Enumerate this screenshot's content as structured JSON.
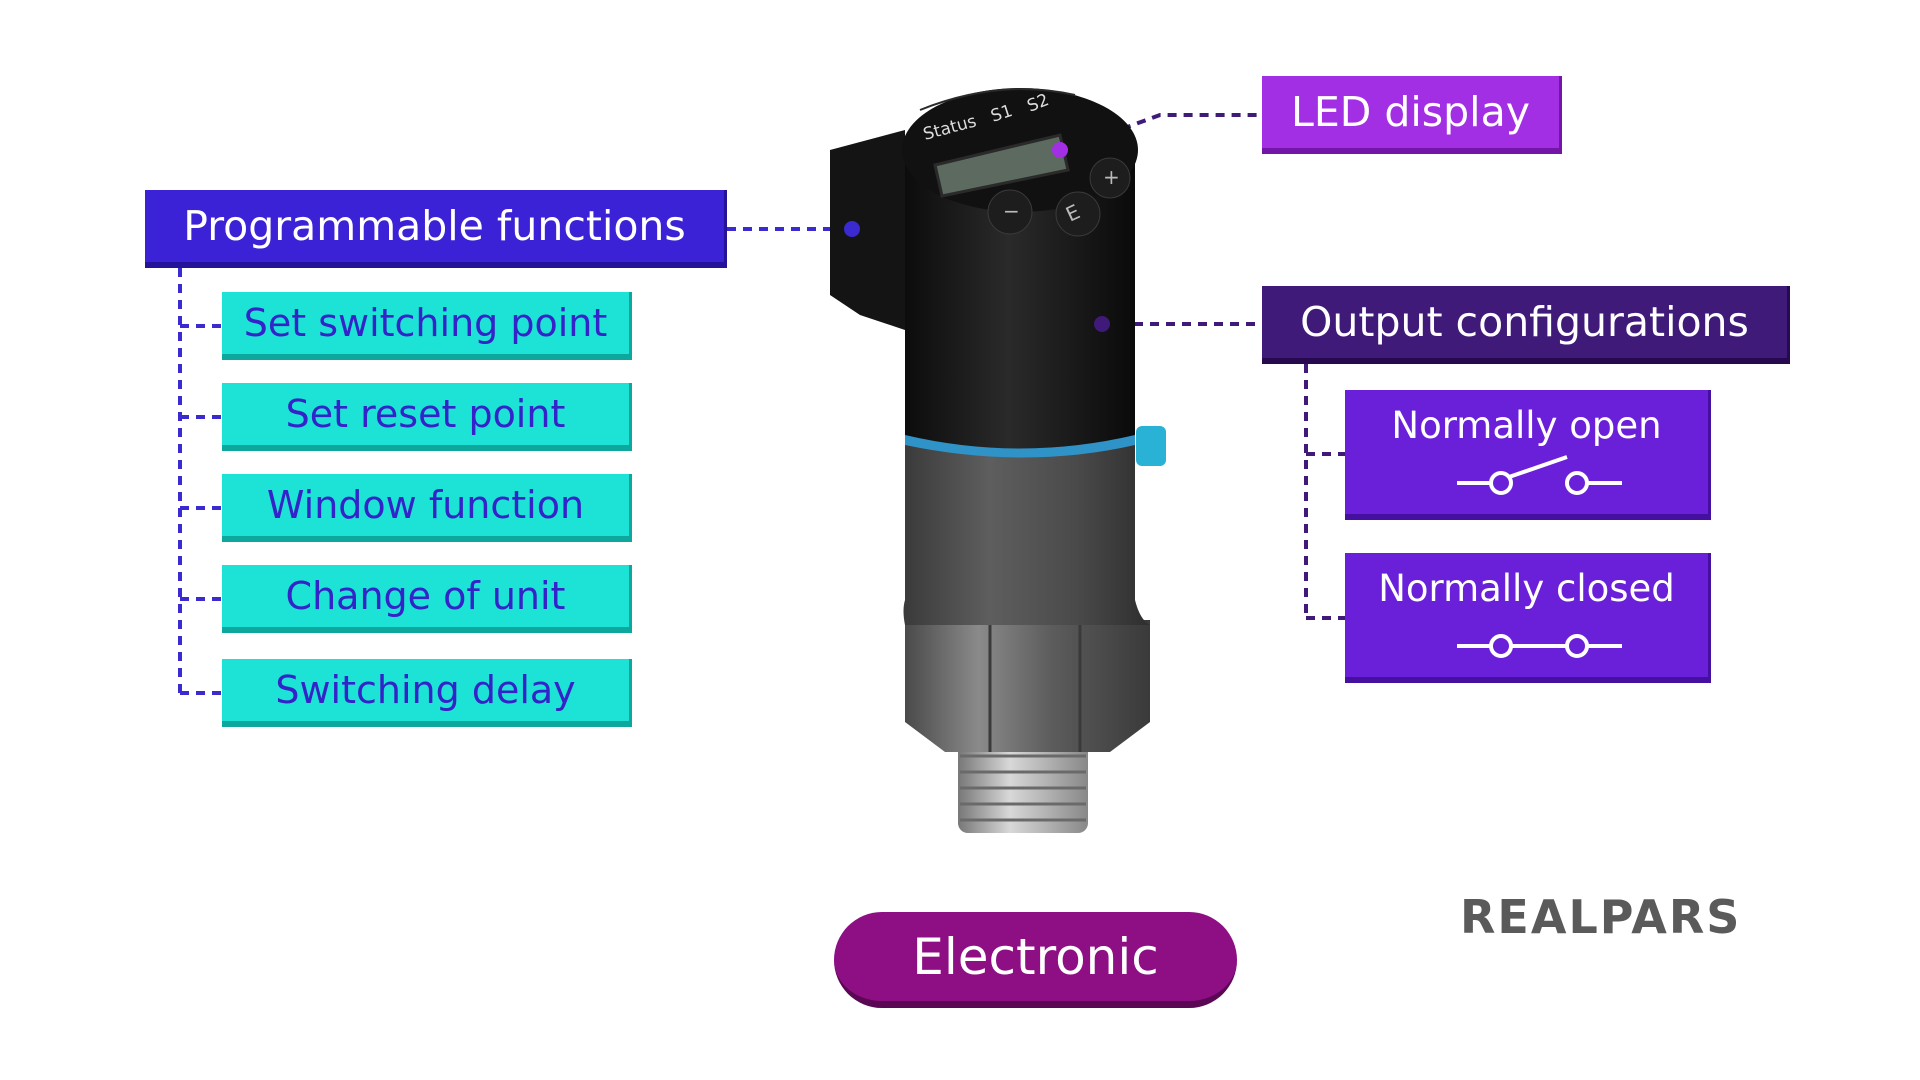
{
  "programmable": {
    "title": "Programmable functions",
    "items": [
      {
        "label": "Set switching point"
      },
      {
        "label": "Set reset point"
      },
      {
        "label": "Window function"
      },
      {
        "label": "Change of unit"
      },
      {
        "label": "Switching delay"
      }
    ]
  },
  "led_display": {
    "label": "LED display"
  },
  "output": {
    "title": "Output configurations",
    "normally_open": "Normally open",
    "normally_closed": "Normally closed"
  },
  "sensor": {
    "face_labels": {
      "status": "Status",
      "s1": "S1",
      "s2": "S2",
      "minus": "−",
      "e": "E",
      "plus": "+"
    }
  },
  "type_label": "Electronic",
  "brand": "REALPARS",
  "colors": {
    "programmable": "#3b22d6",
    "function_items": "#1ce3d6",
    "function_text": "#3323c8",
    "led_display": "#a22fe4",
    "output_configurations": "#3f1a78",
    "contact_boxes": "#6a20d8",
    "electronic_pill": "#8e0f84",
    "dashed_lines": "#3b2ad0"
  }
}
